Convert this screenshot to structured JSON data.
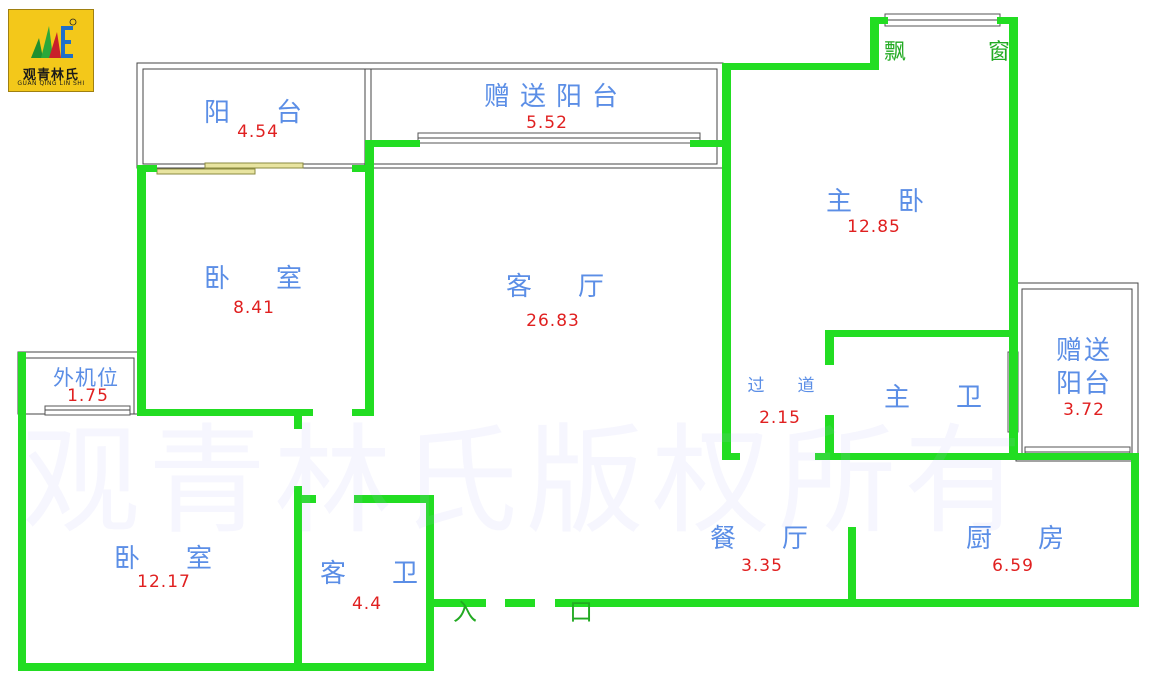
{
  "logo": {
    "name_cn": "观青林氏",
    "name_en": "GUAN QING LIN SHI"
  },
  "watermark": "观青林氏版权所有",
  "rooms": [
    {
      "id": "balcony",
      "name": "阳　台",
      "area": "4.54"
    },
    {
      "id": "gift-balcony-top",
      "name": "赠送阳台",
      "area": "5.52"
    },
    {
      "id": "bay-window",
      "name": "飘　窗",
      "area": ""
    },
    {
      "id": "master-bedroom",
      "name": "主　卧",
      "area": "12.85"
    },
    {
      "id": "bedroom-1",
      "name": "卧　室",
      "area": "8.41"
    },
    {
      "id": "living-room",
      "name": "客　厅",
      "area": "26.83"
    },
    {
      "id": "ac-unit",
      "name": "外机位",
      "area": "1.75"
    },
    {
      "id": "hallway",
      "name": "过　道",
      "area": "2.15"
    },
    {
      "id": "master-bath",
      "name": "主　卫",
      "area": ""
    },
    {
      "id": "gift-balcony-right",
      "name_line1": "赠送",
      "name_line2": "阳台",
      "area": "3.72"
    },
    {
      "id": "bedroom-2",
      "name": "卧　室",
      "area": "12.17"
    },
    {
      "id": "guest-bath",
      "name": "客　卫",
      "area": "4.4"
    },
    {
      "id": "dining-room",
      "name": "餐　厅",
      "area": "3.35"
    },
    {
      "id": "kitchen",
      "name": "厨　房",
      "area": "6.59"
    }
  ],
  "entrance": "入　口",
  "colors": {
    "wall": "#22dd22",
    "room_name": "#5b8ee6",
    "area": "#e02020",
    "accent_text": "#22aa22",
    "logo_bg": "#f3c81a"
  }
}
